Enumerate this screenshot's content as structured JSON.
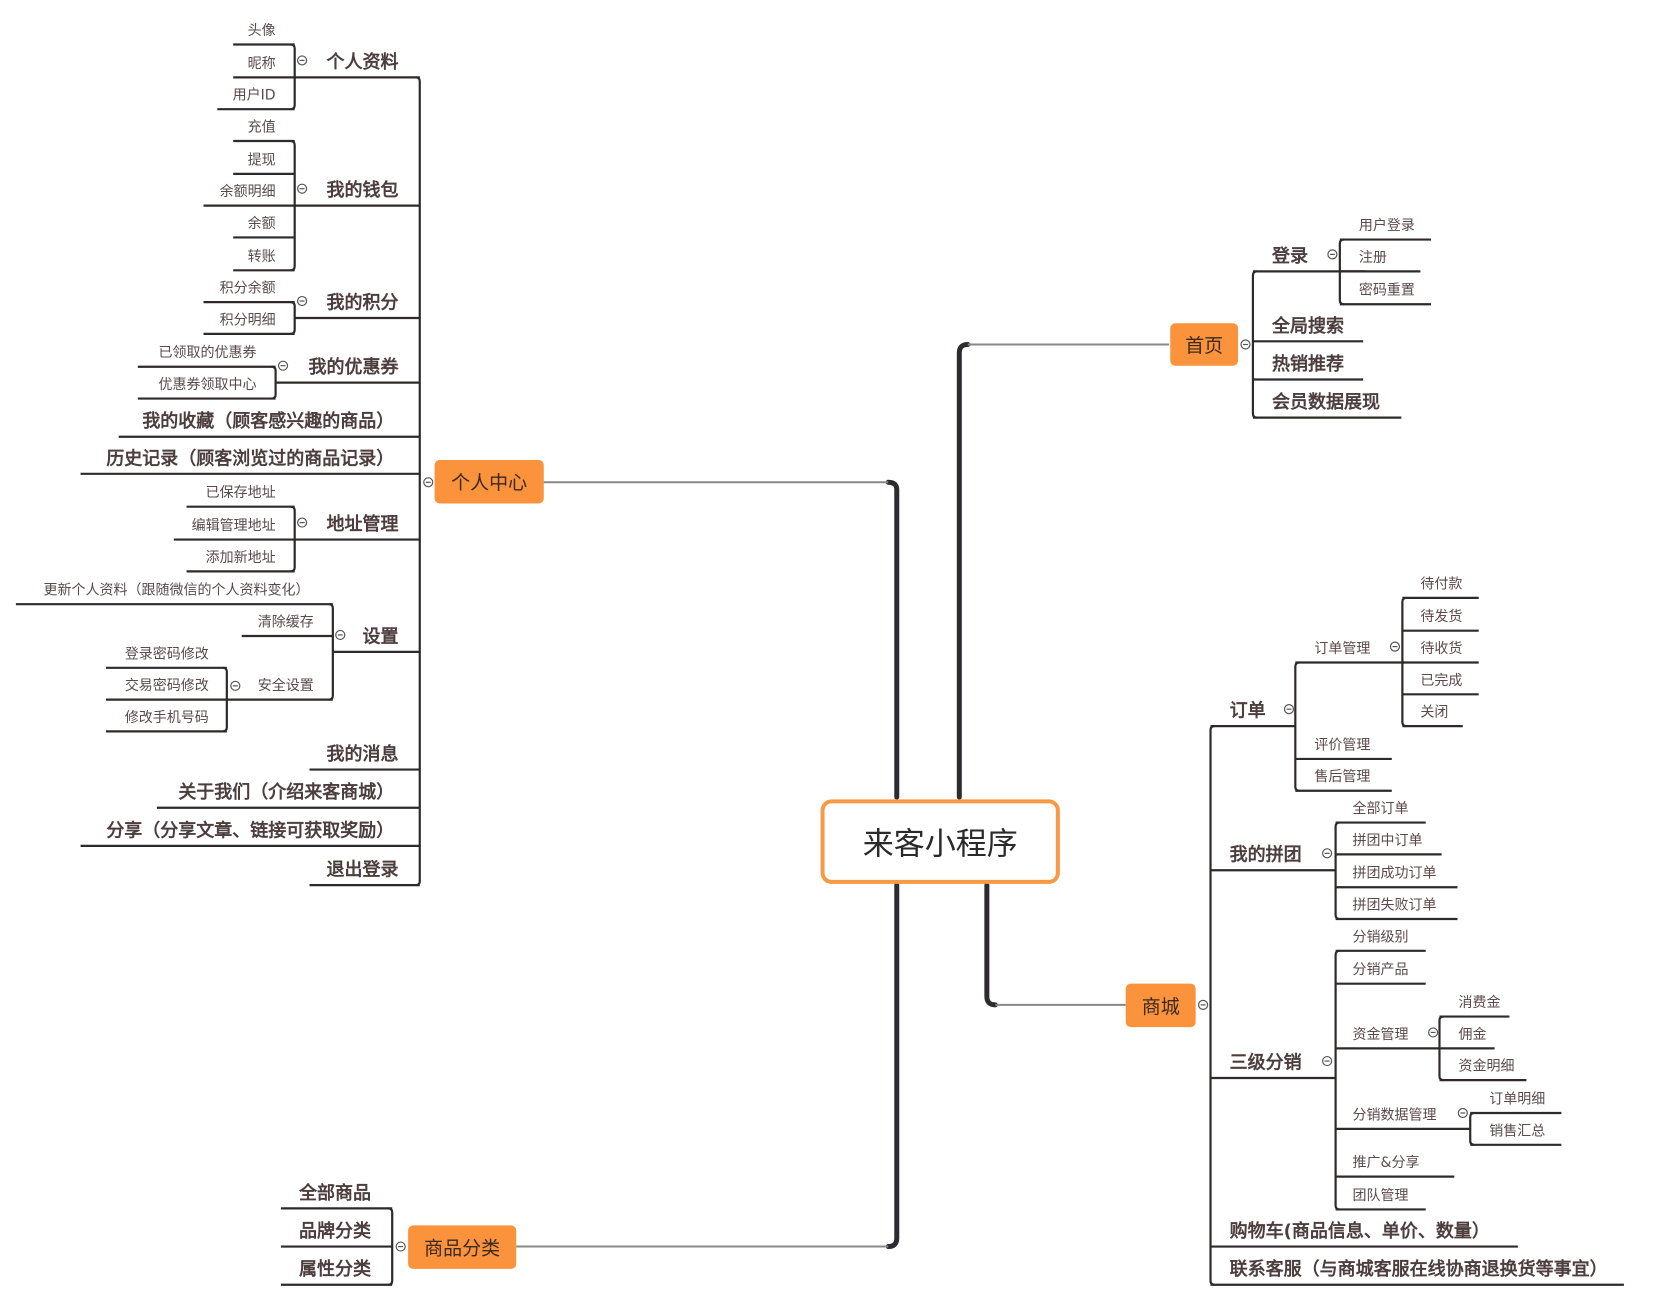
{
  "root": {
    "label": "来客小程序"
  },
  "colors": {
    "accent": "#fb923c",
    "root_border": "#f89a45",
    "line": "#2f2a2a"
  },
  "branches": {
    "personal_center": {
      "label": "个人中心",
      "children": {
        "profile": {
          "label": "个人资料",
          "children": [
            "头像",
            "昵称",
            "用户ID"
          ]
        },
        "wallet": {
          "label": "我的钱包",
          "children": [
            "充值",
            "提现",
            "余额明细",
            "余额",
            "转账"
          ]
        },
        "points": {
          "label": "我的积分",
          "children": [
            "积分余额",
            "积分明细"
          ]
        },
        "coupons": {
          "label": "我的优惠券",
          "children": [
            "已领取的优惠券",
            "优惠券领取中心"
          ]
        },
        "favorites": {
          "label": "我的收藏（顾客感兴趣的商品）"
        },
        "history": {
          "label": "历史记录（顾客浏览过的商品记录）"
        },
        "address": {
          "label": "地址管理",
          "children": [
            "已保存地址",
            "编辑管理地址",
            "添加新地址"
          ]
        },
        "settings": {
          "label": "设置",
          "children": {
            "update_profile": "更新个人资料（跟随微信的个人资料变化）",
            "clear_cache": "清除缓存",
            "security": {
              "label": "安全设置",
              "children": [
                "登录密码修改",
                "交易密码修改",
                "修改手机号码"
              ]
            }
          }
        },
        "messages": {
          "label": "我的消息"
        },
        "about": {
          "label": "关于我们（介绍来客商城）"
        },
        "share": {
          "label": "分享（分享文章、链接可获取奖励）"
        },
        "logout": {
          "label": "退出登录"
        }
      }
    },
    "category": {
      "label": "商品分类",
      "children": [
        "全部商品",
        "品牌分类",
        "属性分类"
      ]
    },
    "home": {
      "label": "首页",
      "children": {
        "login": {
          "label": "登录",
          "children": [
            "用户登录",
            "注册",
            "密码重置"
          ]
        },
        "search": {
          "label": "全局搜索"
        },
        "hot": {
          "label": "热销推荐"
        },
        "member_data": {
          "label": "会员数据展现"
        }
      }
    },
    "mall": {
      "label": "商城",
      "children": {
        "orders": {
          "label": "订单",
          "children": {
            "order_mgmt": {
              "label": "订单管理",
              "children": [
                "待付款",
                "待发货",
                "待收货",
                "已完成",
                "关闭"
              ]
            },
            "review_mgmt": "评价管理",
            "after_sales": "售后管理"
          }
        },
        "group_buy": {
          "label": "我的拼团",
          "children": [
            "全部订单",
            "拼团中订单",
            "拼团成功订单",
            "拼团失败订单"
          ]
        },
        "distribution": {
          "label": "三级分销",
          "children": {
            "level": "分销级别",
            "products": "分销产品",
            "funds": {
              "label": "资金管理",
              "children": [
                "消费金",
                "佣金",
                "资金明细"
              ]
            },
            "data_mgmt": {
              "label": "分销数据管理",
              "children": [
                "订单明细",
                "销售汇总"
              ]
            },
            "promote": "推广&分享",
            "team": "团队管理"
          }
        },
        "cart": {
          "label": "购物车(商品信息、单价、数量）"
        },
        "support": {
          "label": "联系客服（与商城客服在线协商退换货等事宜）"
        }
      }
    }
  }
}
